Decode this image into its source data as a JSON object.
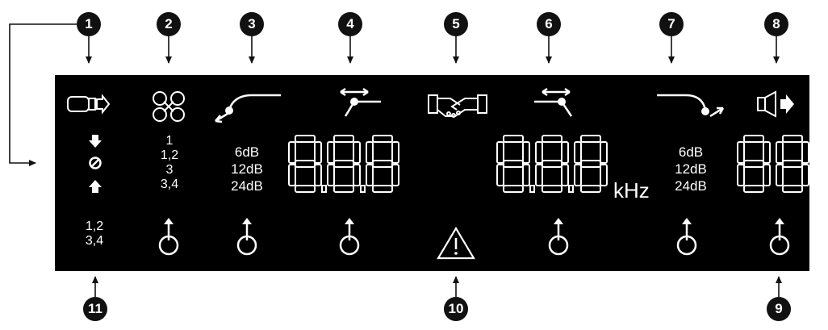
{
  "callouts": [
    "1",
    "2",
    "3",
    "4",
    "5",
    "6",
    "7",
    "8",
    "9",
    "10",
    "11"
  ],
  "channels": {
    "items": [
      "1",
      "1,2",
      "3",
      "3,4"
    ]
  },
  "hp_slope": {
    "items": [
      "6dB",
      "12dB",
      "24dB"
    ]
  },
  "lp_slope": {
    "items": [
      "6dB",
      "12dB",
      "24dB"
    ]
  },
  "input_channels": {
    "line1": "1,2",
    "line2": "3,4"
  },
  "freq_unit": "kHz",
  "digits": {
    "display_left": "8.8.8",
    "display_center": "8.8.8",
    "display_right": "88"
  }
}
